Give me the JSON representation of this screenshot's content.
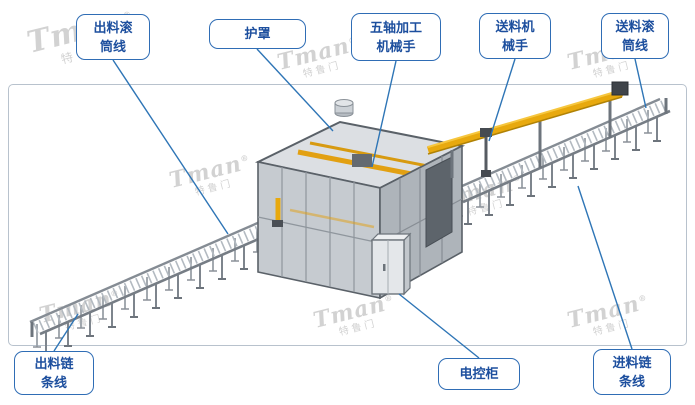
{
  "watermark": {
    "brand": "Tman",
    "reg": "®",
    "sub": "特鲁门"
  },
  "callouts": {
    "outfeed_roller": {
      "line1": "出料滚",
      "line2": "筒线"
    },
    "cover": {
      "line1": "护罩"
    },
    "five_axis": {
      "line1": "五轴加工",
      "line2": "机械手"
    },
    "feed_robot": {
      "line1": "送料机",
      "line2": "械手"
    },
    "infeed_roller": {
      "line1": "送料滚",
      "line2": "筒线"
    },
    "outfeed_chain": {
      "line1": "出料链",
      "line2": "条线"
    },
    "cabinet": {
      "line1": "电控柜"
    },
    "infeed_chain": {
      "line1": "进料链",
      "line2": "条线"
    }
  },
  "colors": {
    "callout_border": "#2f6db5",
    "callout_text": "#1d4f9e",
    "leader_line": "#2e75b6",
    "beam_yellow": "#e8a90e",
    "frame_border": "#b8c2cd",
    "machine_gray": "#c6cbd0"
  }
}
